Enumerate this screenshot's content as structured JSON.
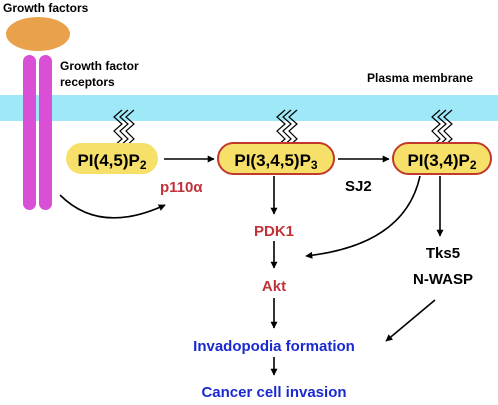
{
  "labels": {
    "growth_factors": "Growth factors",
    "receptor_line1": "Growth factor",
    "receptor_line2": "receptors",
    "plasma_membrane": "Plasma membrane",
    "p110": "p110α",
    "sj2": "SJ2",
    "pdk1": "PDK1",
    "akt": "Akt",
    "tks5": "Tks5",
    "nwasp": "N-WASP",
    "invadopodia": "Invadopodia formation",
    "invasion": "Cancer cell invasion"
  },
  "lipids": {
    "pi45p2": {
      "base": "PI(4,5)P",
      "sub": "2"
    },
    "pi345p3": {
      "base": "PI(3,4,5)P",
      "sub": "3"
    },
    "pi34p2": {
      "base": "PI(3,4)P",
      "sub": "2"
    }
  },
  "colors": {
    "membrane": "#9fe8f7",
    "lipid_fill": "#f7e06a",
    "lipid_border": "#c0392b",
    "growth_factor": "#e9a24b",
    "receptor": "#d94fd6",
    "red_text": "#c0323a",
    "blue_text": "#1a2ad0",
    "black": "#000000"
  }
}
